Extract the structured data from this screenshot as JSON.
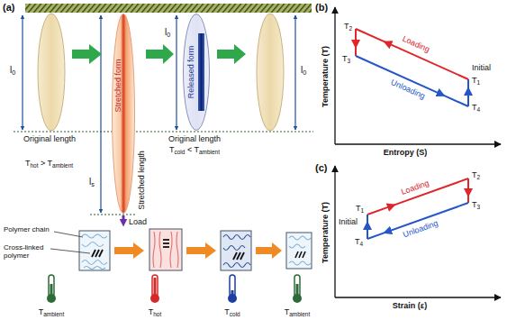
{
  "diagram": {
    "nodes": [
      {
        "text": [
          "Stretched form"
        ]
      },
      {
        "text": [
          "Released form"
        ]
      }
    ],
    "labels": [
      "(a)",
      "l0",
      "Original length",
      "Stretched length",
      "ls",
      "Thot > Tambient",
      "Load",
      "l0",
      "Original length",
      "Tcold < Tambient",
      "l0",
      "Polymer chain",
      "Cross-linked polymer",
      "Tambient",
      "Thot",
      "Tcold",
      "Tambient",
      "(b)",
      "Temperature (T)",
      "T2",
      "Loading",
      "T3",
      "T1",
      "Initial",
      "Unloading",
      "T4",
      "Entropy (S)",
      "(c)",
      "Temperature (T)",
      "Loading",
      "T2",
      "Initial",
      "T1",
      "T3",
      "Unloading",
      "T4",
      "Strain (ε)"
    ]
  }
}
